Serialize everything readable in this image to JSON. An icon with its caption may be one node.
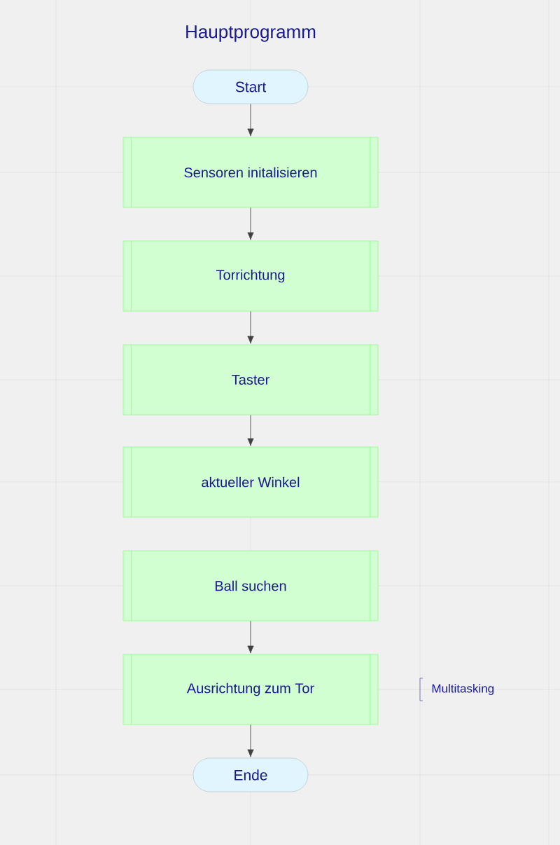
{
  "diagram": {
    "title": "Hauptprogramm",
    "nodes": [
      {
        "text": [
          "Start"
        ]
      },
      {
        "text": [
          "Sensoren initalisieren"
        ]
      },
      {
        "text": [
          "Torrichtung"
        ]
      },
      {
        "text": [
          "Taster"
        ]
      },
      {
        "text": [
          "aktueller Winkel"
        ]
      },
      {
        "text": [
          "Ball suchen"
        ]
      },
      {
        "text": [
          "Ausrichtung zum Tor"
        ]
      },
      {
        "text": [
          "Ende"
        ]
      }
    ],
    "edges": [
      {
        "from": 0,
        "to": 1,
        "arrow": "to"
      },
      {
        "from": 1,
        "to": 2,
        "arrow": "to"
      },
      {
        "from": 2,
        "to": 3,
        "arrow": "to"
      },
      {
        "from": 3,
        "to": 4,
        "arrow": "to"
      },
      {
        "from": 5,
        "to": 6,
        "arrow": "to"
      },
      {
        "from": 6,
        "to": 7,
        "arrow": "to"
      }
    ],
    "labels": [
      "Multitasking"
    ]
  }
}
